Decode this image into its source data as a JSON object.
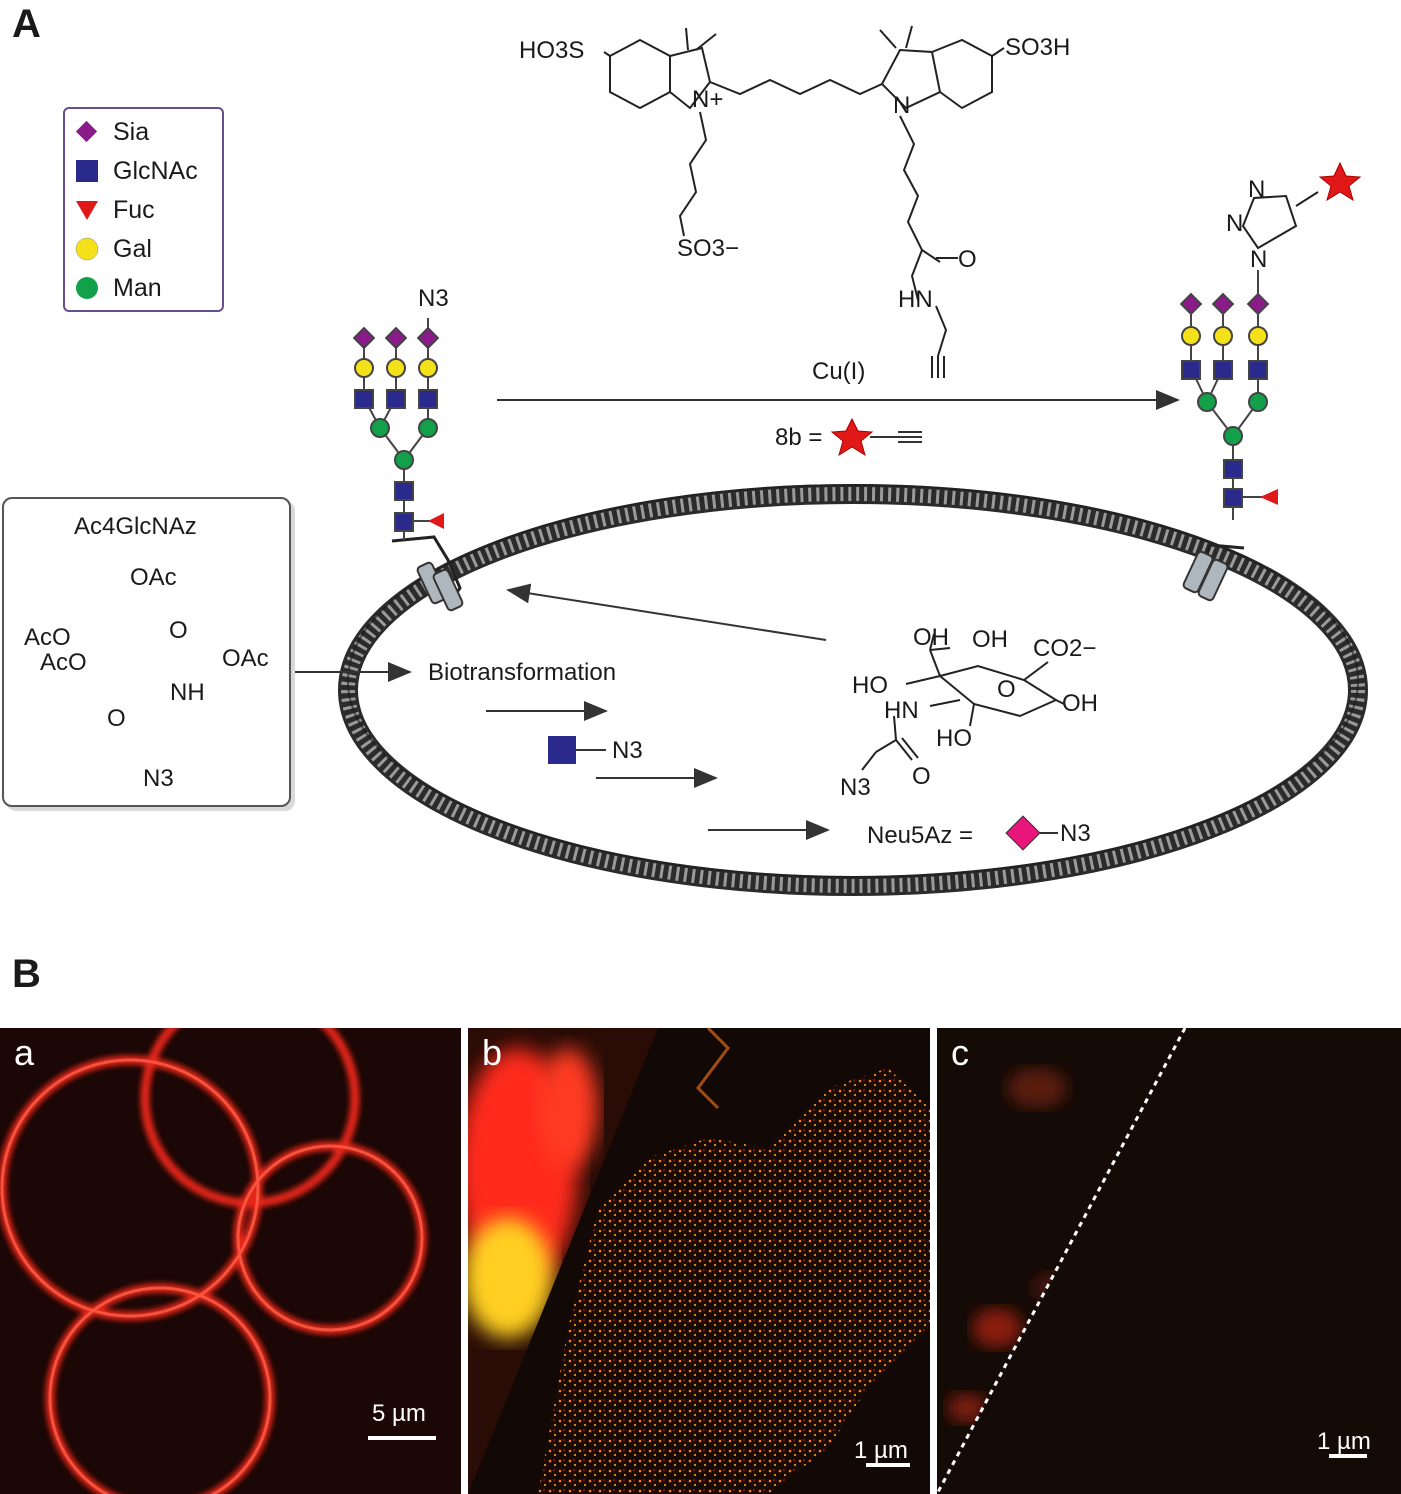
{
  "panel_a": {
    "label": "A"
  },
  "panel_b": {
    "label": "B"
  },
  "legend": {
    "items": [
      {
        "label": "Sia",
        "shape": "diamond",
        "color": "#8b1a8b"
      },
      {
        "label": "GlcNAc",
        "shape": "square",
        "color": "#2a2a8c"
      },
      {
        "label": "Fuc",
        "shape": "triangle",
        "color": "#e01818"
      },
      {
        "label": "Gal",
        "shape": "circle",
        "color": "#f5e11a"
      },
      {
        "label": "Man",
        "shape": "circle",
        "color": "#13a04a"
      }
    ]
  },
  "dye": {
    "left_substituent": "HO3S",
    "right_substituent": "SO3H",
    "sulfonate": "SO3−",
    "n_plus": "N+",
    "n": "N",
    "amide_o": "O",
    "amide_hn": "HN"
  },
  "reaction": {
    "catalyst": "Cu(I)",
    "reagent_label": "8b ="
  },
  "glycan_labels": {
    "azide_left": "N3",
    "triazole_n1": "N",
    "triazole_n2": "N",
    "triazole_n3": "N"
  },
  "precursor": {
    "title": "Ac4GlcNAz",
    "oac_top": "OAc",
    "aco_1": "AcO",
    "aco_2": "AcO",
    "ring_o": "O",
    "oac_right": "OAc",
    "nh": "NH",
    "carbonyl_o": "O",
    "azide": "N3"
  },
  "pathway": {
    "biotransformation": "Biotransformation",
    "glcnaz_azide": "N3",
    "neu5az_label": "Neu5Az =",
    "neu5az_azide": "N3"
  },
  "sialic_acid": {
    "oh1": "OH",
    "oh2": "OH",
    "co2": "CO2−",
    "ho_left": "HO",
    "hn": "HN",
    "ring_o": "O",
    "oh_right": "OH",
    "ho_bottom": "HO",
    "carbonyl_o": "O",
    "azide": "N3"
  },
  "micrographs": [
    {
      "label": "a",
      "scale_bar": "5 µm"
    },
    {
      "label": "b",
      "scale_bar": "1 µm"
    },
    {
      "label": "c",
      "scale_bar": "1 µm"
    }
  ],
  "colors": {
    "membrane": "#3a3a3a",
    "dye_star": "#e01818",
    "neu5az": "#e8157a",
    "fluor_red": "#ff2a1a",
    "background_dark": "#120a08"
  }
}
